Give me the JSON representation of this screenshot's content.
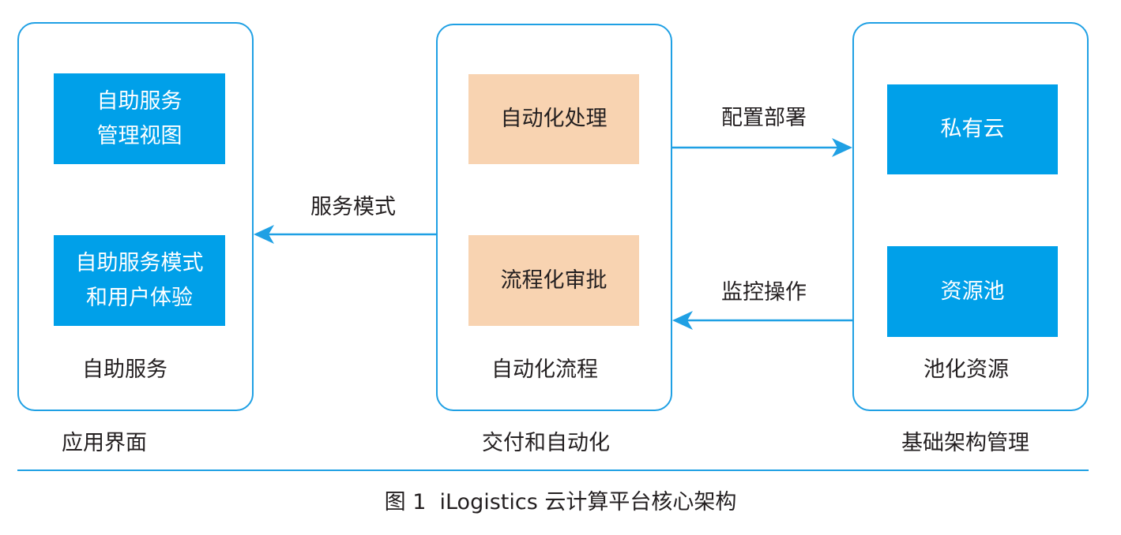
{
  "columns": [
    {
      "id": "self-service",
      "inner_title": "自助服务",
      "footer": "应用界面",
      "boxes": [
        {
          "lines": [
            "自助服务",
            "管理视图"
          ]
        },
        {
          "lines": [
            "自助服务模式",
            "和用户体验"
          ]
        }
      ]
    },
    {
      "id": "automation",
      "inner_title": "自动化流程",
      "footer": "交付和自动化",
      "boxes": [
        {
          "lines": [
            "自动化处理"
          ]
        },
        {
          "lines": [
            "流程化审批"
          ]
        }
      ]
    },
    {
      "id": "pooled-resources",
      "inner_title": "池化资源",
      "footer": "基础架构管理",
      "boxes": [
        {
          "lines": [
            "私有云"
          ]
        },
        {
          "lines": [
            "资源池"
          ]
        }
      ]
    }
  ],
  "edges": [
    {
      "from": "automation",
      "to": "self-service",
      "label": "服务模式"
    },
    {
      "from": "automation",
      "to": "pooled-resources",
      "label": "配置部署"
    },
    {
      "from": "pooled-resources",
      "to": "automation",
      "label": "监控操作"
    }
  ],
  "caption": {
    "figure_number": "图 1",
    "text": "iLogistics 云计算平台核心架构"
  },
  "colors": {
    "accent": "#1fa0e4",
    "box_blue": "#00a0e9",
    "box_peach": "#f8d3b1",
    "text": "#231f20"
  }
}
